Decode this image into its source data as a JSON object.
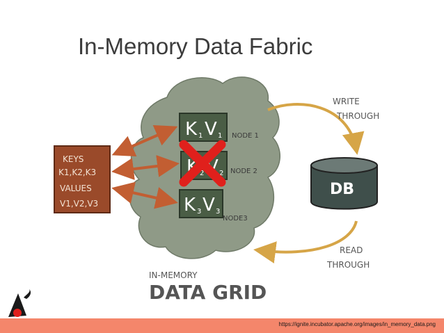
{
  "slide": {
    "title": "In-Memory Data Fabric",
    "source_url": "https://ignite.incubator.apache.org/images/in_memory_data.png"
  },
  "diagram": {
    "keys_box": {
      "line1": "KEYS",
      "line2": "K1,K2,K3",
      "line3": "VALUES",
      "line4": "V1,V2,V3"
    },
    "nodes": [
      {
        "k": "K",
        "ksub": "1",
        "v": "V",
        "vsub": "1",
        "label": "NODE 1"
      },
      {
        "k": "K",
        "ksub": "2",
        "v": "V",
        "vsub": "2",
        "label": "NODE 2",
        "failed": true
      },
      {
        "k": "K",
        "ksub": "3",
        "v": "V",
        "vsub": "3",
        "label": "NODE3"
      }
    ],
    "db_label": "DB",
    "write_through": [
      "WRITE",
      "THROUGH"
    ],
    "read_through": [
      "READ",
      "THROUGH"
    ],
    "grid_label_small": "IN-MEMORY",
    "grid_label_big": "DATA GRID"
  },
  "colors": {
    "cloud": "#8f9a87",
    "node_box": "#4a5d45",
    "keys_box": "#9a4a2a",
    "arrow_red": "#c25e32",
    "arrow_gold": "#d6a547",
    "db": "#3f4f4b",
    "x_mark": "#e0201c",
    "footer": "#f4866b"
  }
}
